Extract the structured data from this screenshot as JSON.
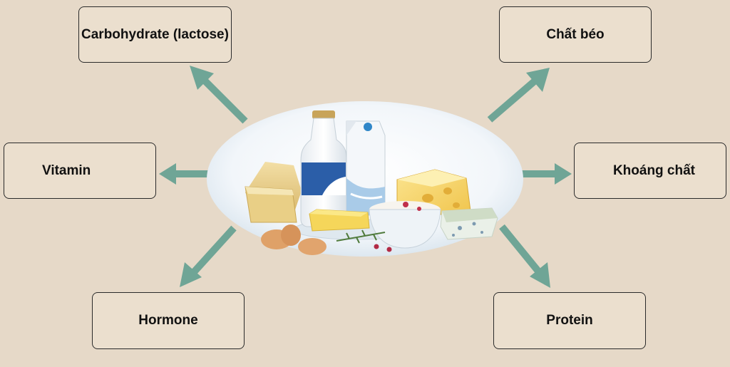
{
  "diagram": {
    "center_image": "dairy-products-illustration",
    "nodes": {
      "carbohydrate": "Carbohydrate (lactose)",
      "fat": "Chất béo",
      "vitamin": "Vitamin",
      "mineral": "Khoáng chất",
      "hormone": "Hormone",
      "protein": "Protein"
    },
    "colors": {
      "background": "#e6d9c8",
      "arrow": "#6fa596",
      "box_border": "#2a2a2a"
    }
  }
}
